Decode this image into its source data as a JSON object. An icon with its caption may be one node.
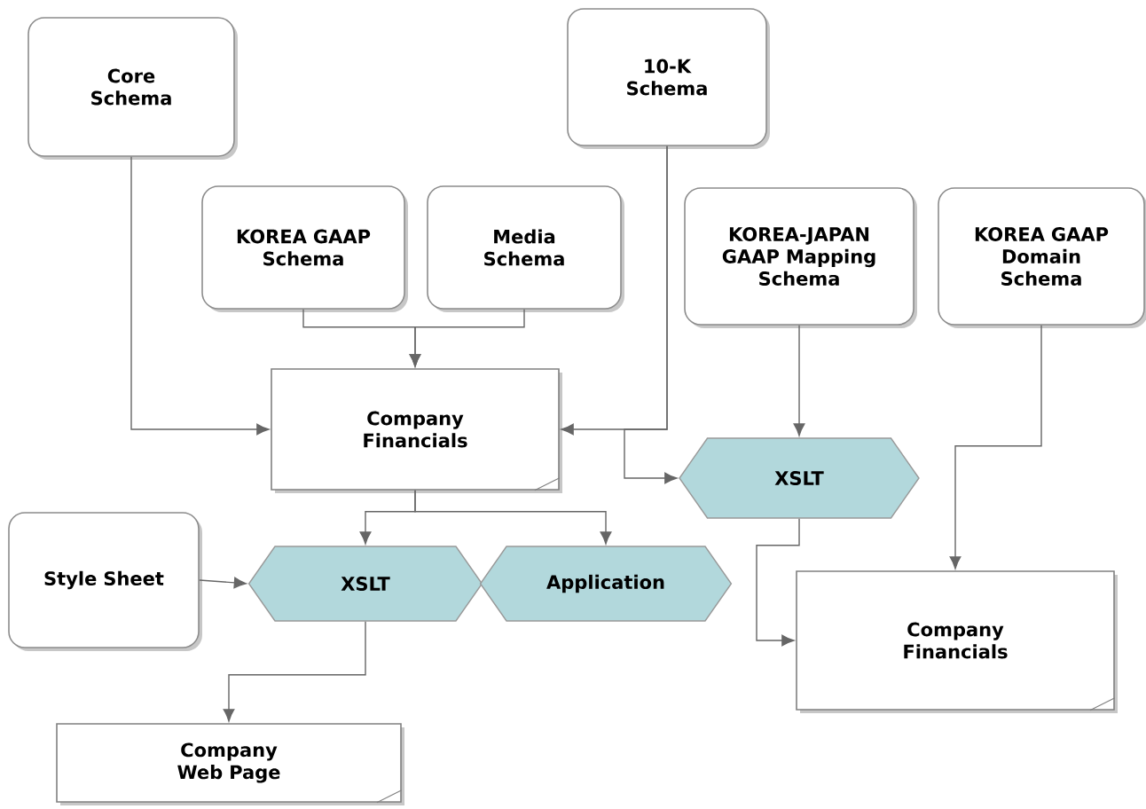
{
  "diagram": {
    "nodes": [
      {
        "text": [
          "Core Schema"
        ]
      },
      {
        "text": [
          "10-K Schema"
        ]
      },
      {
        "text": [
          "KOREA GAAP Schema"
        ]
      },
      {
        "text": [
          "Media Schema"
        ]
      },
      {
        "text": [
          "Company Financials"
        ]
      },
      {
        "text": [
          "KOREA-JAPAN GAAP Mapping Schema"
        ]
      },
      {
        "text": [
          "KOREA GAAP Domain Schema"
        ]
      },
      {
        "text": [
          "XSLT"
        ]
      },
      {
        "text": [
          "Style Sheet"
        ]
      },
      {
        "text": [
          "XSLT"
        ]
      },
      {
        "text": [
          "Application"
        ]
      },
      {
        "text": [
          "Company Financials"
        ]
      },
      {
        "text": [
          "Company Web Page"
        ]
      }
    ],
    "edges": [
      {
        "from": 0,
        "to": 4,
        "arrow": "to"
      },
      {
        "from": 2,
        "to": 4,
        "arrow": "to"
      },
      {
        "from": 3,
        "to": 4,
        "arrow": "to"
      },
      {
        "from": 1,
        "to": 4,
        "arrow": "to"
      },
      {
        "from": 1,
        "to": 7,
        "arrow": "to"
      },
      {
        "from": 5,
        "to": 7,
        "arrow": "to"
      },
      {
        "from": 4,
        "to": 9,
        "arrow": "to"
      },
      {
        "from": 4,
        "to": 10,
        "arrow": "to"
      },
      {
        "from": 8,
        "to": 9,
        "arrow": "to"
      },
      {
        "from": 9,
        "to": 12,
        "arrow": "to"
      },
      {
        "from": 7,
        "to": 11,
        "arrow": "to"
      },
      {
        "from": 6,
        "to": 11,
        "arrow": "to"
      }
    ]
  }
}
